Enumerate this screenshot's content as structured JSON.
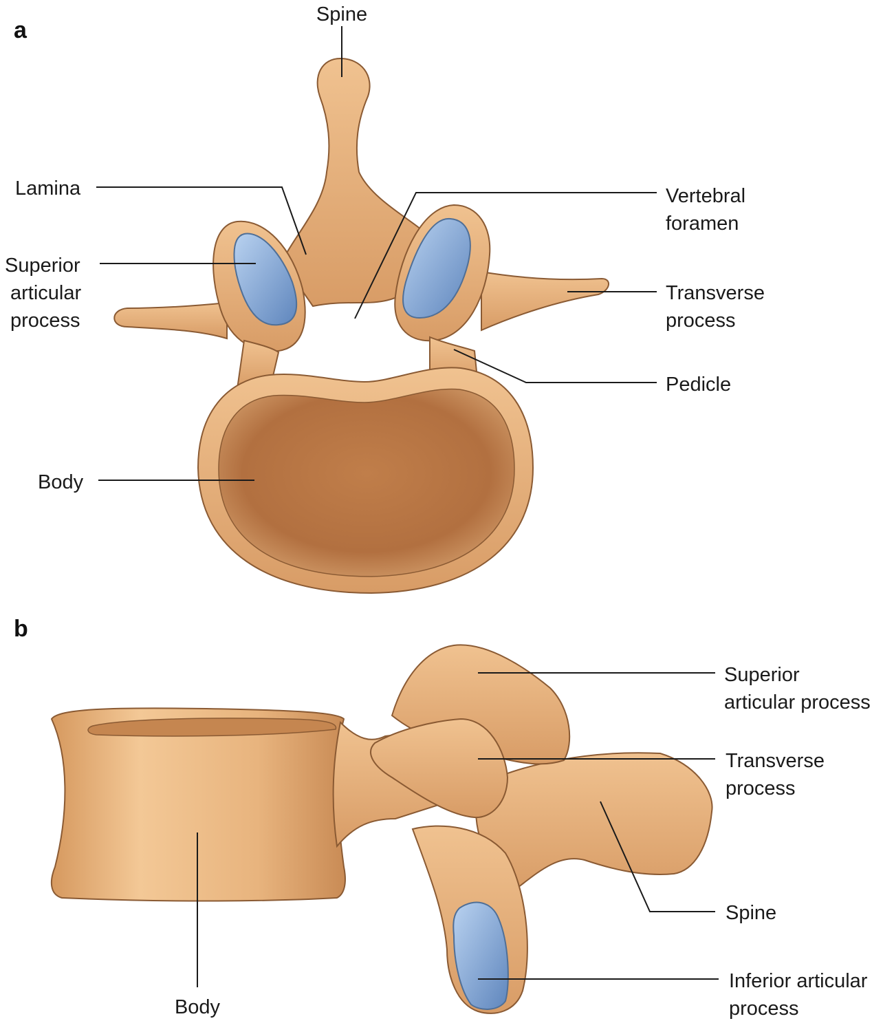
{
  "panels": {
    "a": {
      "letter": "a",
      "labels": {
        "spine": "Spine",
        "lamina": "Lamina",
        "superior_articular_process": [
          "Superior",
          "articular",
          "process"
        ],
        "vertebral_foramen": [
          "Vertebral",
          "foramen"
        ],
        "transverse_process": [
          "Transverse",
          "process"
        ],
        "pedicle": "Pedicle",
        "body": "Body"
      }
    },
    "b": {
      "letter": "b",
      "labels": {
        "superior_articular_process": [
          "Superior",
          "articular process"
        ],
        "transverse_process": [
          "Transverse",
          "process"
        ],
        "spine": "Spine",
        "inferior_articular_process": [
          "Inferior articular",
          "process"
        ],
        "body": "Body"
      }
    }
  },
  "colors": {
    "bone_light": "#ecb783",
    "bone_mid": "#dca26f",
    "bone_dark": "#a86c3e",
    "body_surface": "#b07040",
    "facet_light": "#a9c6ea",
    "facet_dark": "#5f86bd",
    "leader_line": "#1a1a1a"
  }
}
